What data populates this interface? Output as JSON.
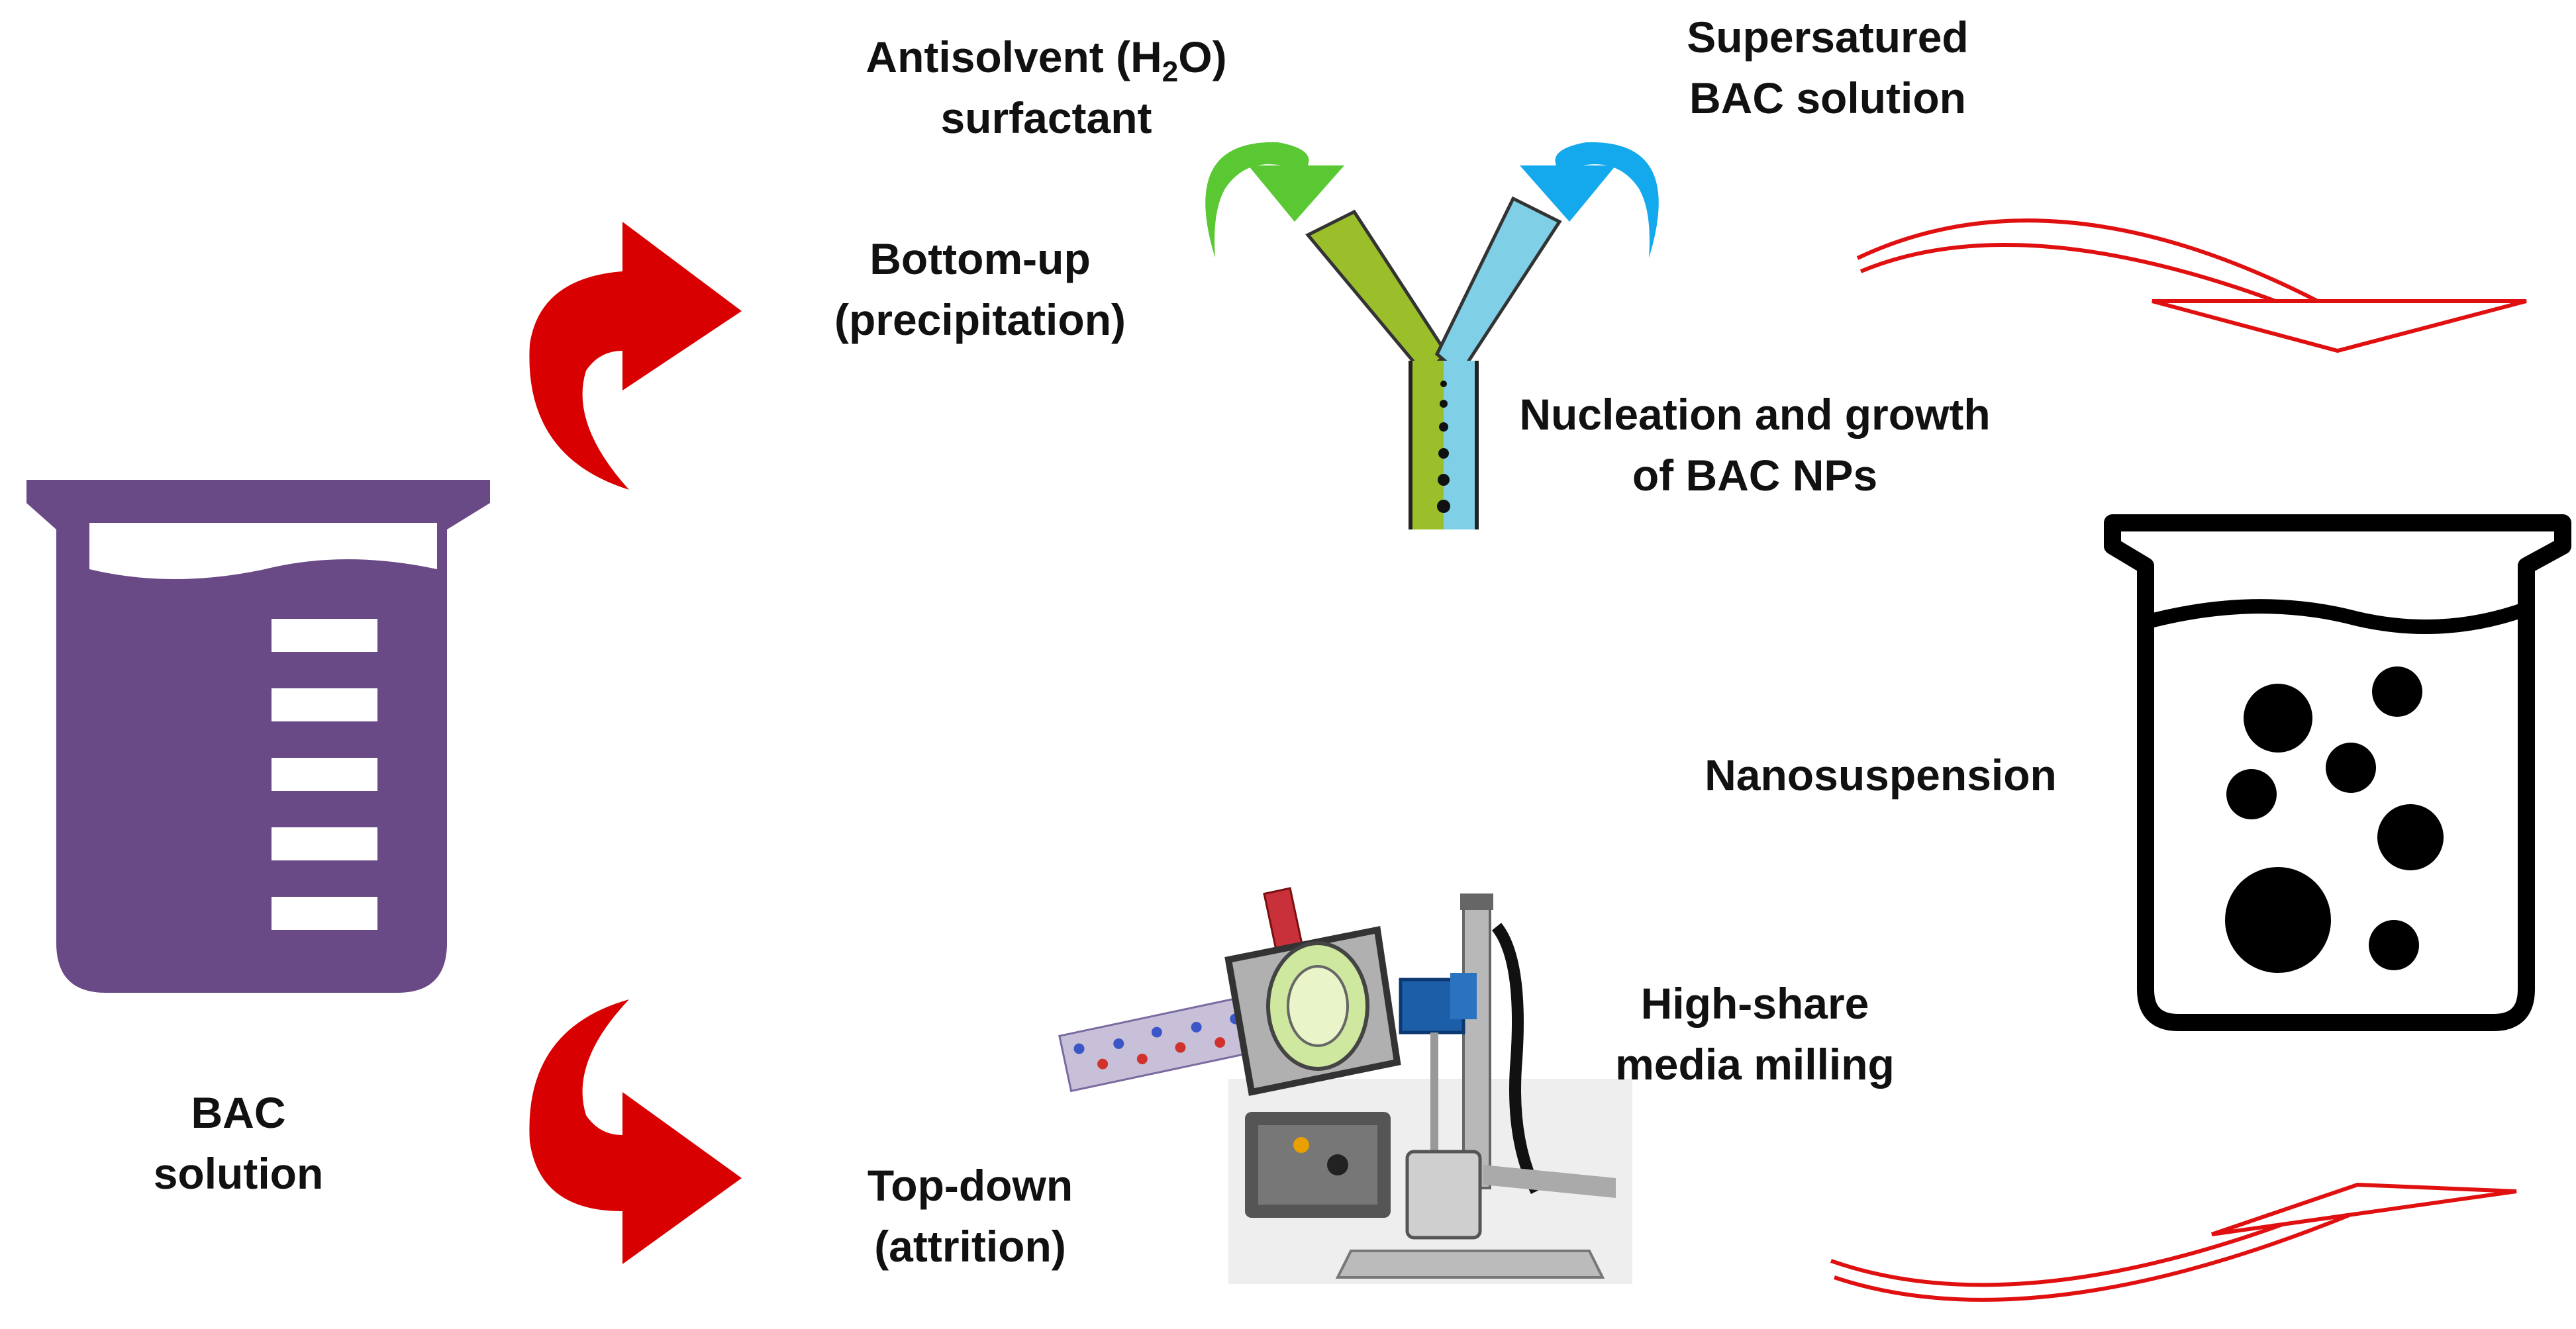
{
  "colors": {
    "beaker_purple": "#6a4a86",
    "curved_arrow_red": "#d80000",
    "outline_arrow_red": "#e01010",
    "green_arrow": "#59c832",
    "blue_arrow": "#14a8ec",
    "channel_green": "#9bbf2a",
    "channel_blue": "#7fcfe6",
    "text": "#111111"
  },
  "labels": {
    "bac_solution": [
      "BAC",
      "solution"
    ],
    "bottom_up": [
      "Bottom-up",
      "(precipitation)"
    ],
    "top_down": [
      "Top-down",
      "(attrition)"
    ],
    "antisolvent": {
      "pre": "Antisolvent (H",
      "sub": "2",
      "post": "O)",
      "line2": "surfactant"
    },
    "supersatured": [
      "Supersatured",
      "BAC solution"
    ],
    "nucleation": [
      "Nucleation and growth",
      "of BAC NPs"
    ],
    "nanosuspension": "Nanosuspension",
    "high_share": [
      "High-share",
      "media milling"
    ]
  },
  "icons": {
    "source_beaker": "beaker-graduated-icon",
    "product_beaker": "beaker-particles-icon",
    "mixer": "y-mixer-icon",
    "mill": "media-mill-photo-icon"
  }
}
